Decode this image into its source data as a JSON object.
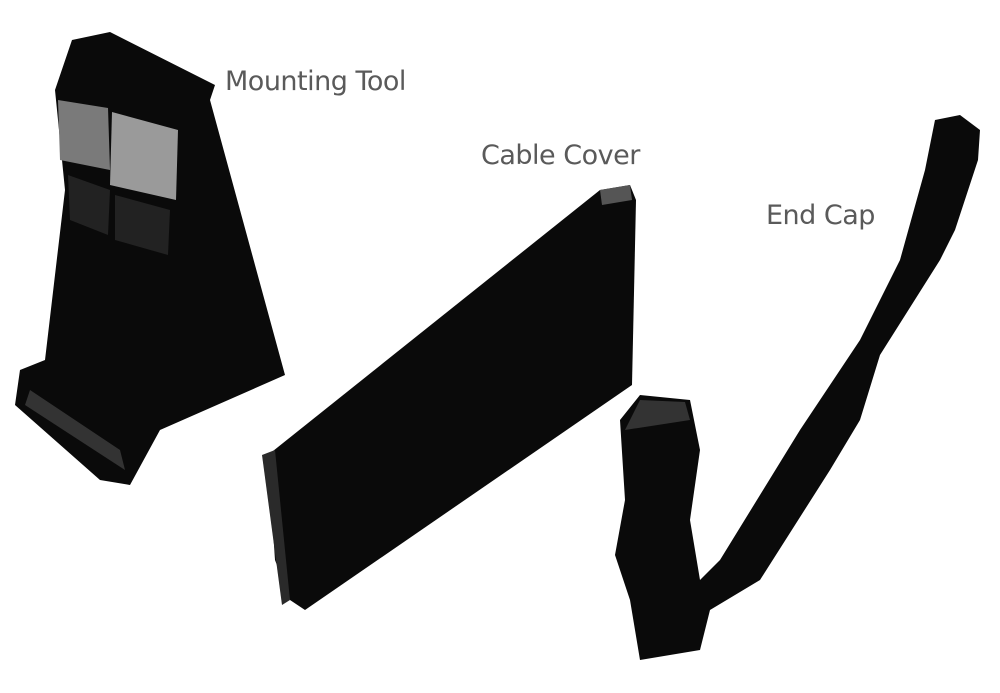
{
  "labels": {
    "mounting_tool": "Mounting Tool",
    "cable_cover": "Cable Cover",
    "end_cap": "End Cap"
  },
  "colors": {
    "part": "#0a0a0a",
    "highlight": "#8c8c8c",
    "label": "#5a5a5a"
  }
}
